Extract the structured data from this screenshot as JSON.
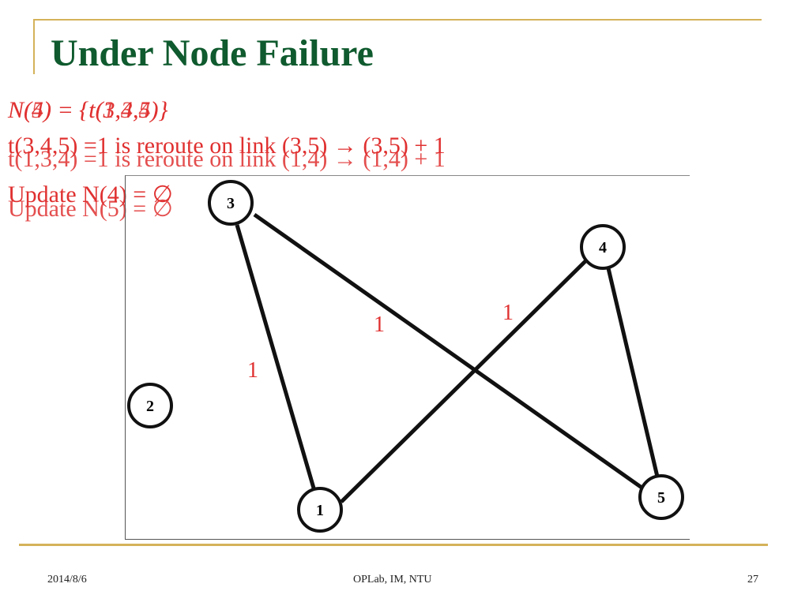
{
  "slide": {
    "title": "Under Node Failure",
    "lines": [
      {
        "front": "N(4) = {t(3,4,5)}",
        "back": "N(5) = {t(1,3,4)}"
      },
      {
        "front": "t(3,4,5) =1  is reroute on link (3,5) → (3,5) + 1",
        "back": "t(1,3,4) =1  is reroute on link (1,4) → (1,4) + 1"
      },
      {
        "front": "Update N(4) = ∅",
        "back": "Update N(5) = ∅"
      }
    ]
  },
  "diagram": {
    "nodes": [
      {
        "id": "1",
        "label": "1"
      },
      {
        "id": "2",
        "label": "2"
      },
      {
        "id": "3",
        "label": "3"
      },
      {
        "id": "4",
        "label": "4"
      },
      {
        "id": "5",
        "label": "5"
      }
    ],
    "edges": [
      {
        "from": "3",
        "to": "1",
        "label": "1"
      },
      {
        "from": "3",
        "to": "5",
        "label": "1"
      },
      {
        "from": "1",
        "to": "4",
        "label": "1"
      },
      {
        "from": "4",
        "to": "5",
        "label": ""
      }
    ]
  },
  "footer": {
    "date": "2014/8/6",
    "center": "OPLab, IM, NTU",
    "page": "27"
  }
}
